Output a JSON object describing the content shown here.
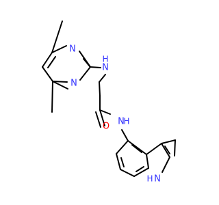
{
  "colors": {
    "bond": "#000000",
    "nitrogen": "#3333ff",
    "oxygen": "#ff0000",
    "background": "#ffffff"
  },
  "atoms": {
    "n_pyrimidine_top": "N",
    "n_pyrimidine_bottom": "N",
    "nh_amino_n": "N",
    "nh_amino_h": "H",
    "o_carbonyl": "O",
    "nh_amide_n": "N",
    "nh_amide_h": "H",
    "nh_indole_h": "H",
    "nh_indole_n": "N"
  }
}
